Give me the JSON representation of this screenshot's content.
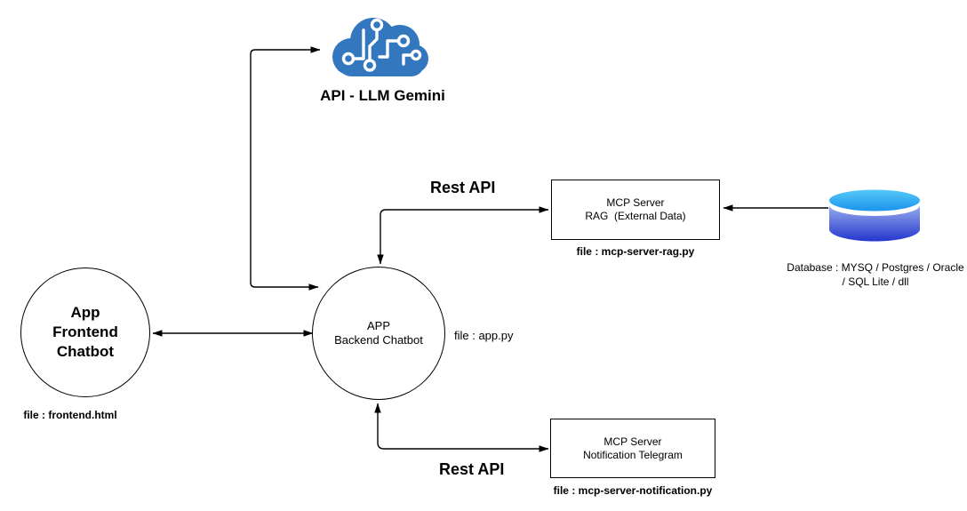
{
  "nodes": {
    "gemini": {
      "label": "API - LLM Gemini",
      "icon": "ai-brain-cloud-icon"
    },
    "frontend": {
      "lines": [
        "App",
        "Frontend",
        "Chatbot"
      ],
      "file": "file : frontend.html"
    },
    "backend": {
      "lines": [
        "APP",
        "Backend Chatbot"
      ],
      "file": "file : app.py"
    },
    "rag": {
      "lines": [
        "MCP Server",
        "RAG  (External Data)"
      ],
      "file": "file : mcp-server-rag.py"
    },
    "notification": {
      "lines": [
        "MCP Server",
        "Notification Telegram"
      ],
      "file": "file : mcp-server-notification.py"
    },
    "database": {
      "lines": [
        "Database : MYSQ / Postgres / Oracle",
        "/ SQL Lite / dll"
      ],
      "icon": "database-cylinder-icon"
    }
  },
  "edges": {
    "backend_rag": {
      "label": "Rest API"
    },
    "backend_notification": {
      "label": "Rest API"
    }
  },
  "colors": {
    "line": "#000000",
    "cloud_blue": "#3377BE",
    "db_top_light": "#55C9F7",
    "db_top_dark": "#1A93EC",
    "db_body_light": "#97ACEC",
    "db_body_dark": "#2436CE"
  }
}
